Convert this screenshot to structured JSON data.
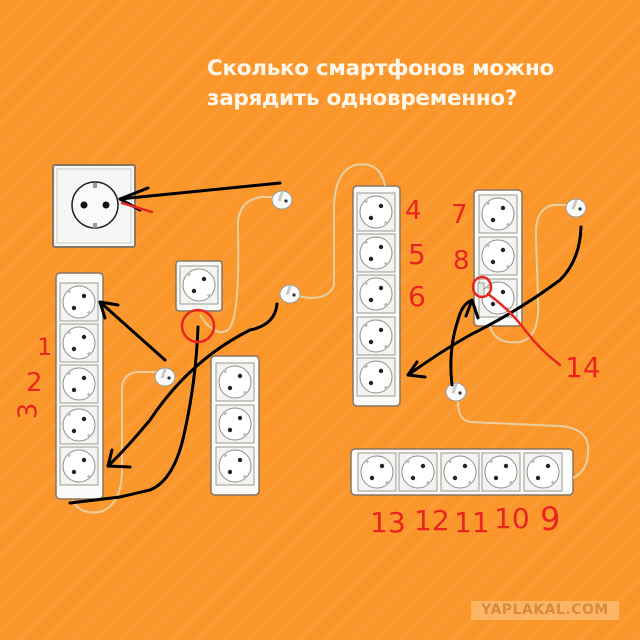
{
  "puzzle": {
    "title_line1": "Сколько смартфонов можно",
    "title_line2": "зарядить одновременно?"
  },
  "annotations": {
    "labels": [
      {
        "id": "1",
        "text": "1"
      },
      {
        "id": "2",
        "text": "2"
      },
      {
        "id": "3",
        "text": "3"
      },
      {
        "id": "4",
        "text": "4"
      },
      {
        "id": "5",
        "text": "5"
      },
      {
        "id": "6",
        "text": "6"
      },
      {
        "id": "7",
        "text": "7"
      },
      {
        "id": "8",
        "text": "8"
      },
      {
        "id": "9",
        "text": "9"
      },
      {
        "id": "10",
        "text": "10"
      },
      {
        "id": "11",
        "text": "11"
      },
      {
        "id": "12",
        "text": "12"
      },
      {
        "id": "13",
        "text": "13"
      },
      {
        "id": "14",
        "text": "14"
      }
    ],
    "annotation_color": "#e8261f",
    "arrow_color": "#000000"
  },
  "colors": {
    "background": "#fb962b",
    "socket_body": "#fdfdfb",
    "socket_outline": "#7a6a58",
    "cable": "#e9cfa0"
  },
  "watermark": {
    "text": "YAPLAKAL.COM"
  }
}
